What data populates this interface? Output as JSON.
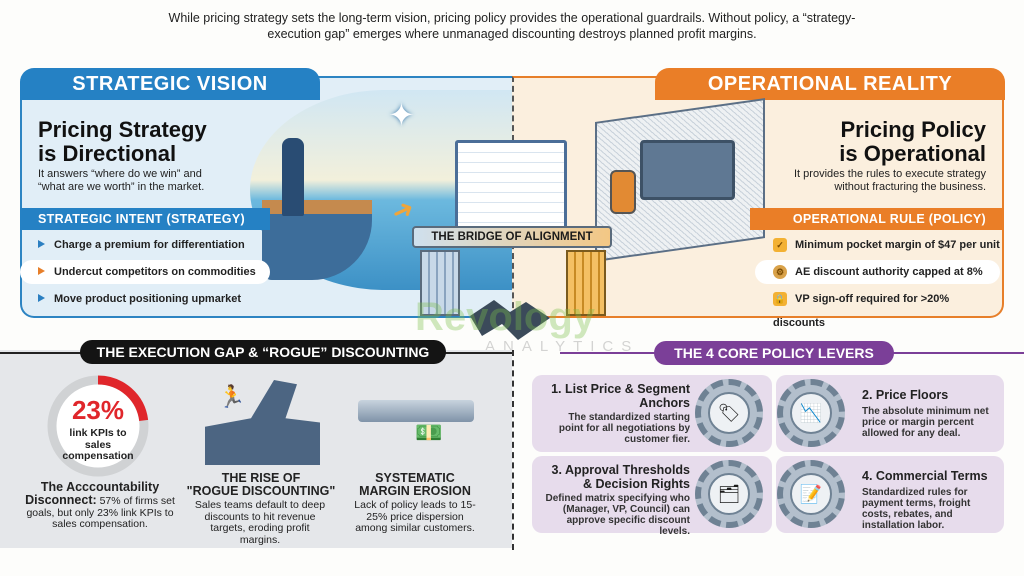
{
  "intro": "While pricing strategy sets the long-term vision, pricing policy provides the operational guardrails. Without policy, a “strategy-execution gap” emerges where unmanaged discounting destroys planned profit margins.",
  "left": {
    "tab": "STRATEGIC VISION",
    "title1": "Pricing Strategy",
    "title2": "is Directional",
    "subtitle": "It answers “where do we win” and “what are we worth” in the market.",
    "bar": "STRATEGIC INTENT (STRATEGY)",
    "items": [
      "Charge a premium for differentiation",
      "Undercut competitors on commodities",
      "Move product positioning upmarket"
    ]
  },
  "right": {
    "tab": "OPERATIONAL REALITY",
    "title1": "Pricing Policy",
    "title2": "is Operational",
    "subtitle": "It provides the rules to execute strategy without fracturing the business.",
    "bar": "OPERATIONAL RULE (POLICY)",
    "items": [
      {
        "icon": "badge-check-icon",
        "text": "Minimum pocket margin of $47 per unit"
      },
      {
        "icon": "gears-icon",
        "text": "AE discount authority capped at 8%"
      },
      {
        "icon": "lock-icon",
        "text": "VP sign-off required for >20% discounts"
      }
    ]
  },
  "bridge": "THE BRIDGE OF ALIGNMENT",
  "logo": {
    "name": "Revology",
    "sub": "ANALYTICS"
  },
  "gap": {
    "header": "THE EXECUTION GAP & “ROGUE” DISCOUNTING",
    "stat": {
      "value": "23%",
      "percent": 23,
      "label": "link KPIs to sales compensation",
      "color": "#e0262b"
    },
    "c1": {
      "title": "The Acccountability",
      "lead": "Disconnect:",
      "text": " 57% of firms set goals, but only 23% link KPIs to sales compensation."
    },
    "c2": {
      "title1": "THE RISE OF",
      "title2": "\"ROGUE DISCOUNTING\"",
      "text": "Sales teams default to deep discounts to hit revenue targets, eroding profit margins."
    },
    "c3": {
      "title1": "SYSTEMATIC",
      "title2": "MARGIN EROSION",
      "text": "Lack of policy leads to 15-25% price dispersion among similar customers."
    }
  },
  "levers": {
    "header": "THE 4 CORE POLICY LEVERS",
    "cards": [
      {
        "title": "1. List Price & Segment Anchors",
        "text": "The standardized starting point for all negotiations by customer fier.",
        "icon": "price-tag-icon"
      },
      {
        "title": "2. Price Floors",
        "text": "The absolute minimum net price or margin percent allowed for any deal.",
        "icon": "price-down-icon"
      },
      {
        "title": "3. Approval Thresholds & Decision Rights",
        "text": "Defined matrix specifying who (Manager, VP, Council) can approve specific discount levels.",
        "icon": "org-chart-icon"
      },
      {
        "title": "4. Commercial Terms",
        "text": "Standardized rules for payment terms, froight costs, rebates, and installation labor.",
        "icon": "contract-icon"
      }
    ]
  },
  "colors": {
    "blue": "#2581c4",
    "orange": "#ea7e27",
    "purple": "#7b3f98",
    "red": "#e0262b"
  }
}
